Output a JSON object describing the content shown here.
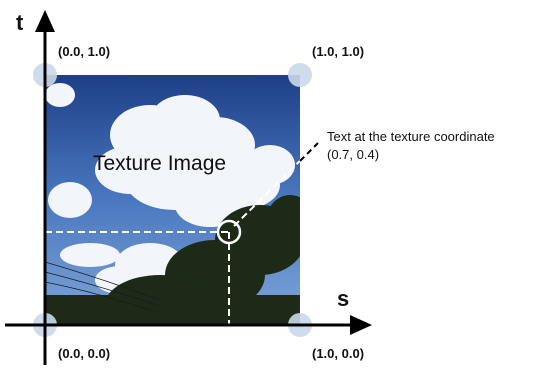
{
  "axes": {
    "t_label": "t",
    "s_label": "s"
  },
  "corners": {
    "top_left": "(0.0, 1.0)",
    "top_right": "(1.0, 1.0)",
    "bottom_left": "(0.0, 0.0)",
    "bottom_right": "(1.0, 0.0)"
  },
  "image_title": "Texture Image",
  "callout": {
    "line1": "Text at the texture coordinate",
    "line2": "(0.7, 0.4)"
  },
  "point": {
    "s": 0.7,
    "t": 0.4
  },
  "colors": {
    "sky_top": "#1e3f86",
    "sky_mid": "#4a78c0",
    "sky_bottom": "#7ea6d8",
    "cloud": "#f2f5fa",
    "trees": "#1d2a18",
    "corner_marker": "#c9d8ea",
    "axis": "#000000"
  }
}
